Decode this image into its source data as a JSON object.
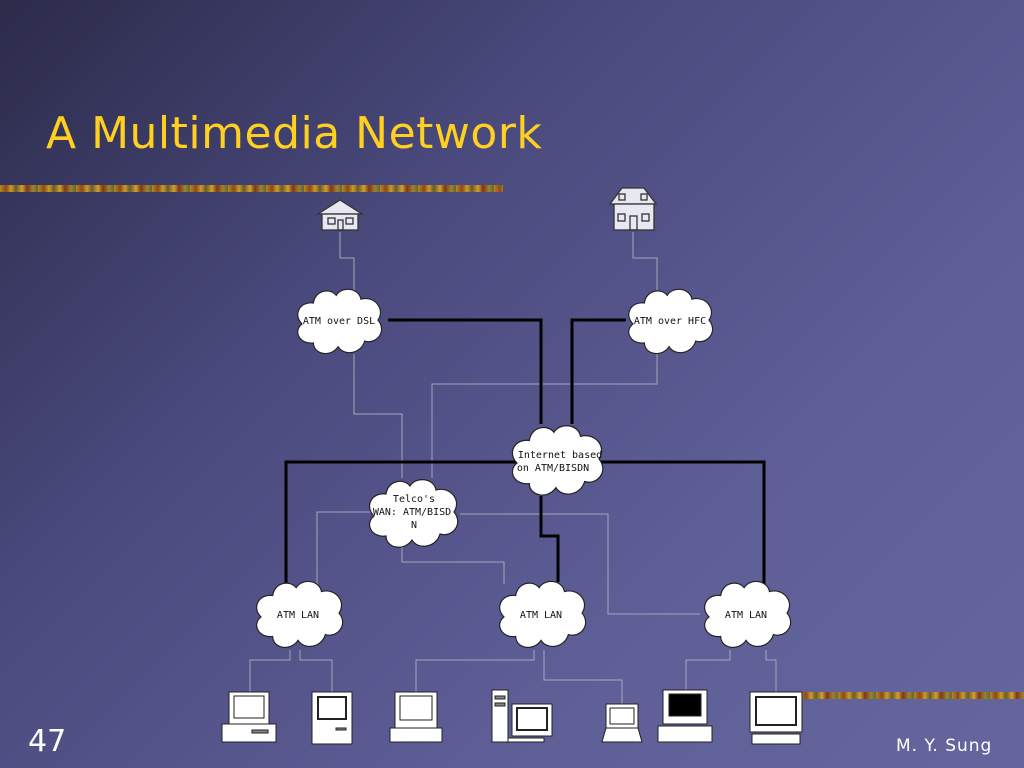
{
  "slide": {
    "title": "A Multimedia Network",
    "page_number": "47",
    "author": "M. Y. Sung"
  },
  "diagram": {
    "clouds": {
      "dsl": "ATM over DSL",
      "hfc": "ATM over HFC",
      "internet": [
        "Internet based",
        "on ATM/BISDN"
      ],
      "wan": [
        "Telco's",
        "WAN: ATM/BISD",
        "N"
      ],
      "lan_left": "ATM LAN",
      "lan_mid": "ATM LAN",
      "lan_right": "ATM LAN"
    }
  }
}
